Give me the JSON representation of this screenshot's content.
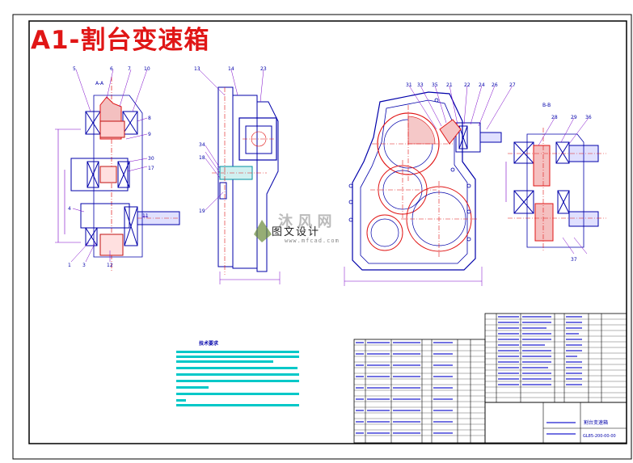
{
  "drawing": {
    "title": "A1-割台变速箱",
    "section_a": "A-A",
    "section_b": "B-B",
    "tech_requirements_title": "技术要求",
    "title_block_name": "割台变速箱",
    "title_block_code": "GL85-200-00-00"
  },
  "watermark": {
    "text": "图文设计",
    "subtext": "www.mfcad.com"
  },
  "part_callouts": [
    "5",
    "6",
    "7",
    "10",
    "8",
    "9",
    "30",
    "17",
    "4",
    "11",
    "1",
    "3",
    "12",
    "13",
    "14",
    "23",
    "34",
    "18",
    "19",
    "31",
    "33",
    "35",
    "21",
    "22",
    "24",
    "26",
    "27",
    "28",
    "29",
    "36",
    "37"
  ],
  "colors": {
    "title": "#e01616",
    "drawing_lines": "#0000aa",
    "dimension_lines": "#7a00c8",
    "centerlines": "#e01616",
    "hatch": "#00a0a0",
    "watermark_gray": "#bbbbbb"
  }
}
